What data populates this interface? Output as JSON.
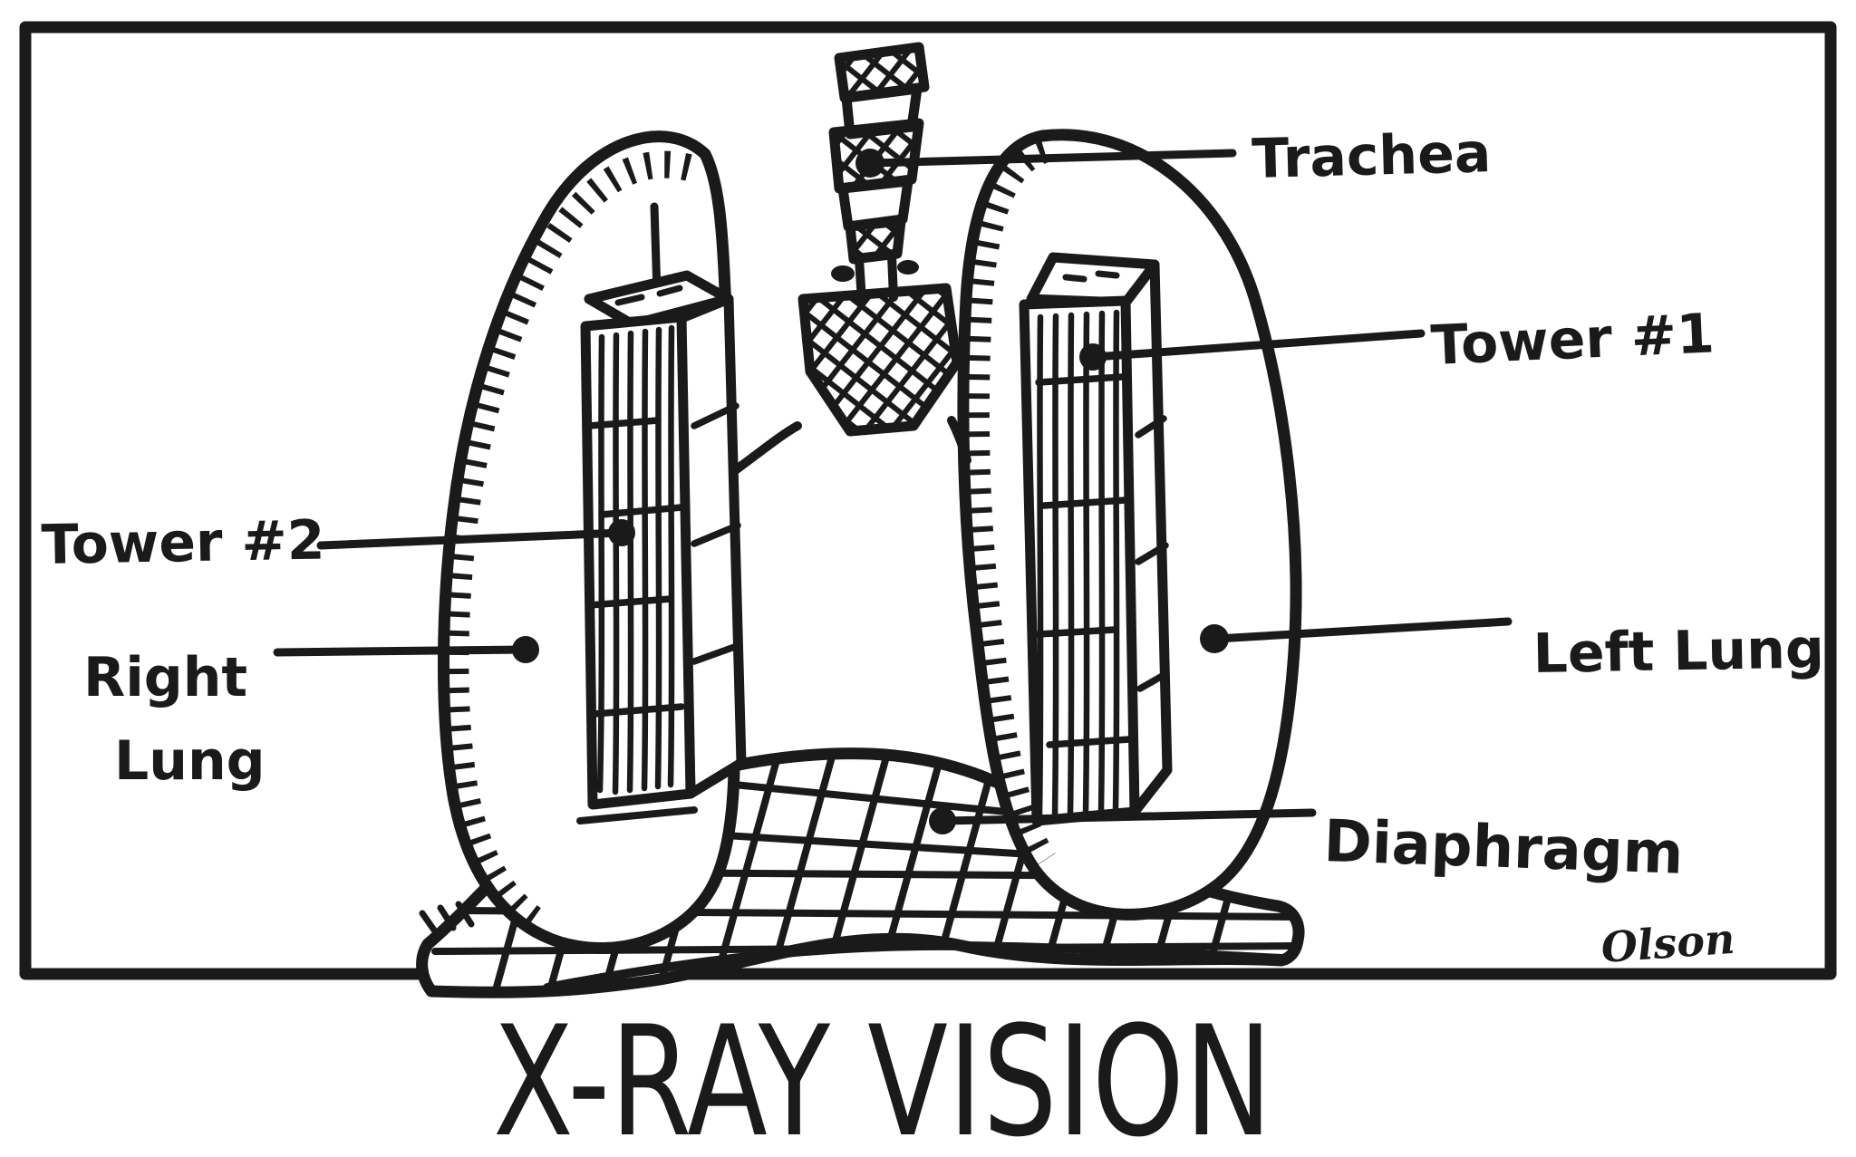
{
  "figure": {
    "title": "X-RAY VISION",
    "signature": "Olson",
    "ink_color": "#1a1a1a",
    "paper_color": "#ffffff",
    "labels": {
      "trachea": "Trachea",
      "tower_1": "Tower #1",
      "tower_2": "Tower #2",
      "right_lung_line_1": "Right",
      "right_lung_line_2": "Lung",
      "left_lung": "Left Lung",
      "diaphragm": "Diaphragm"
    }
  }
}
